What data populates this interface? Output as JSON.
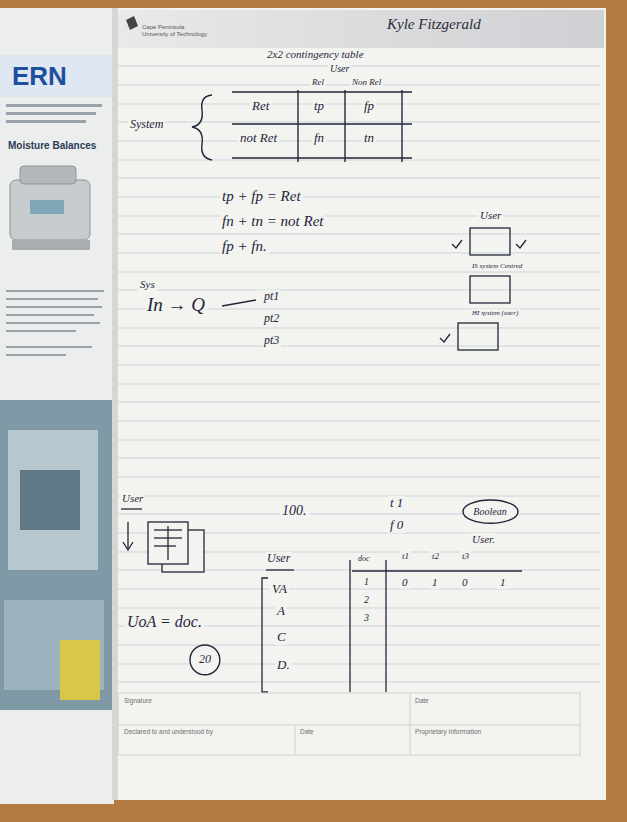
{
  "diagram": {
    "title": "2x2 contingency table",
    "nodes": [
      {
        "text": [
          "Boolean"
        ]
      },
      {
        "text": [
          "20"
        ]
      }
    ],
    "labels": [
      "ERN",
      "Moisture Balances",
      "Cape Peninsula University of Technology",
      "Kyle Fitzgerald",
      "User",
      "Rel",
      "Non Rel",
      "System",
      "Ret",
      "tp",
      "fp",
      "not Ret",
      "fn",
      "tn",
      "tp + fp = Ret",
      "fn + tn = not Ret",
      "fp + fn.",
      "User",
      "IS system Centred",
      "HI system (user)",
      "Sys",
      "In → Q",
      "pt1",
      "pt2",
      "pt3",
      "User",
      "100.",
      "t 1",
      "f 0",
      "User.",
      "User",
      "VA",
      "A",
      "C",
      "D.",
      "doc",
      "t1",
      "t2",
      "t3",
      "1",
      "2",
      "3",
      "0",
      "1",
      "0",
      "1",
      "UoA = doc.",
      "Signature",
      "Date",
      "Declared to and understood by",
      "Date",
      "Proprietary Information"
    ]
  }
}
